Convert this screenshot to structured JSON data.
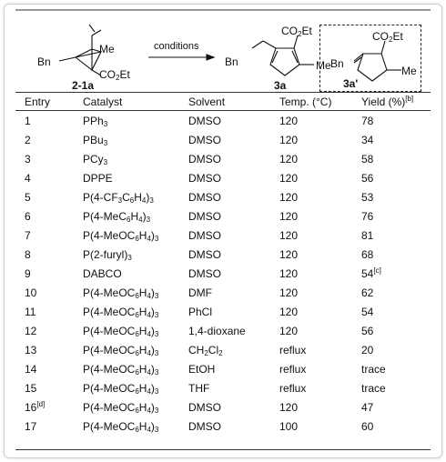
{
  "scheme": {
    "sm_label": "2-1a",
    "sm_me": "Me",
    "sm_bn": "Bn",
    "sm_co2et": "CO2Et",
    "arrow_label": "conditions",
    "p1_label": "3a",
    "p1_bn": "Bn",
    "p1_co2et": "CO2Et",
    "p1_me": "Me",
    "p2_label": "3a'",
    "p2_bn": "Bn",
    "p2_co2et": "CO2Et",
    "p2_me": "Me"
  },
  "table": {
    "headers": [
      "Entry",
      "Catalyst",
      "Solvent",
      "Temp. (°C)",
      "Yield (%)"
    ],
    "yield_footnote": "[b]",
    "rows": [
      {
        "entry": "1",
        "entry_sup": "",
        "catalyst": "PPh3",
        "solvent": "DMSO",
        "temp": "120",
        "yield": "78",
        "yield_sup": ""
      },
      {
        "entry": "2",
        "entry_sup": "",
        "catalyst": "PBu3",
        "solvent": "DMSO",
        "temp": "120",
        "yield": "34",
        "yield_sup": ""
      },
      {
        "entry": "3",
        "entry_sup": "",
        "catalyst": "PCy3",
        "solvent": "DMSO",
        "temp": "120",
        "yield": "58",
        "yield_sup": ""
      },
      {
        "entry": "4",
        "entry_sup": "",
        "catalyst": "DPPE",
        "solvent": "DMSO",
        "temp": "120",
        "yield": "56",
        "yield_sup": ""
      },
      {
        "entry": "5",
        "entry_sup": "",
        "catalyst": "P(4-CF3C6H4)3",
        "solvent": "DMSO",
        "temp": "120",
        "yield": "53",
        "yield_sup": ""
      },
      {
        "entry": "6",
        "entry_sup": "",
        "catalyst": "P(4-MeC6H4)3",
        "solvent": "DMSO",
        "temp": "120",
        "yield": "76",
        "yield_sup": ""
      },
      {
        "entry": "7",
        "entry_sup": "",
        "catalyst": "P(4-MeOC6H4)3",
        "solvent": "DMSO",
        "temp": "120",
        "yield": "81",
        "yield_sup": ""
      },
      {
        "entry": "8",
        "entry_sup": "",
        "catalyst": "P(2-furyl)3",
        "solvent": "DMSO",
        "temp": "120",
        "yield": "68",
        "yield_sup": ""
      },
      {
        "entry": "9",
        "entry_sup": "",
        "catalyst": "DABCO",
        "solvent": "DMSO",
        "temp": "120",
        "yield": "54",
        "yield_sup": "[c]"
      },
      {
        "entry": "10",
        "entry_sup": "",
        "catalyst": "P(4-MeOC6H4)3",
        "solvent": "DMF",
        "temp": "120",
        "yield": "62",
        "yield_sup": ""
      },
      {
        "entry": "11",
        "entry_sup": "",
        "catalyst": "P(4-MeOC6H4)3",
        "solvent": "PhCl",
        "temp": "120",
        "yield": "54",
        "yield_sup": ""
      },
      {
        "entry": "12",
        "entry_sup": "",
        "catalyst": "P(4-MeOC6H4)3",
        "solvent": "1,4-dioxane",
        "temp": "120",
        "yield": "56",
        "yield_sup": ""
      },
      {
        "entry": "13",
        "entry_sup": "",
        "catalyst": "P(4-MeOC6H4)3",
        "solvent": "CH2Cl2",
        "temp": "reflux",
        "yield": "20",
        "yield_sup": ""
      },
      {
        "entry": "14",
        "entry_sup": "",
        "catalyst": "P(4-MeOC6H4)3",
        "solvent": "EtOH",
        "temp": "reflux",
        "yield": "trace",
        "yield_sup": ""
      },
      {
        "entry": "15",
        "entry_sup": "",
        "catalyst": "P(4-MeOC6H4)3",
        "solvent": "THF",
        "temp": "reflux",
        "yield": "trace",
        "yield_sup": ""
      },
      {
        "entry": "16",
        "entry_sup": "[d]",
        "catalyst": "P(4-MeOC6H4)3",
        "solvent": "DMSO",
        "temp": "120",
        "yield": "47",
        "yield_sup": ""
      },
      {
        "entry": "17",
        "entry_sup": "",
        "catalyst": "P(4-MeOC6H4)3",
        "solvent": "DMSO",
        "temp": "100",
        "yield": "60",
        "yield_sup": ""
      }
    ]
  }
}
